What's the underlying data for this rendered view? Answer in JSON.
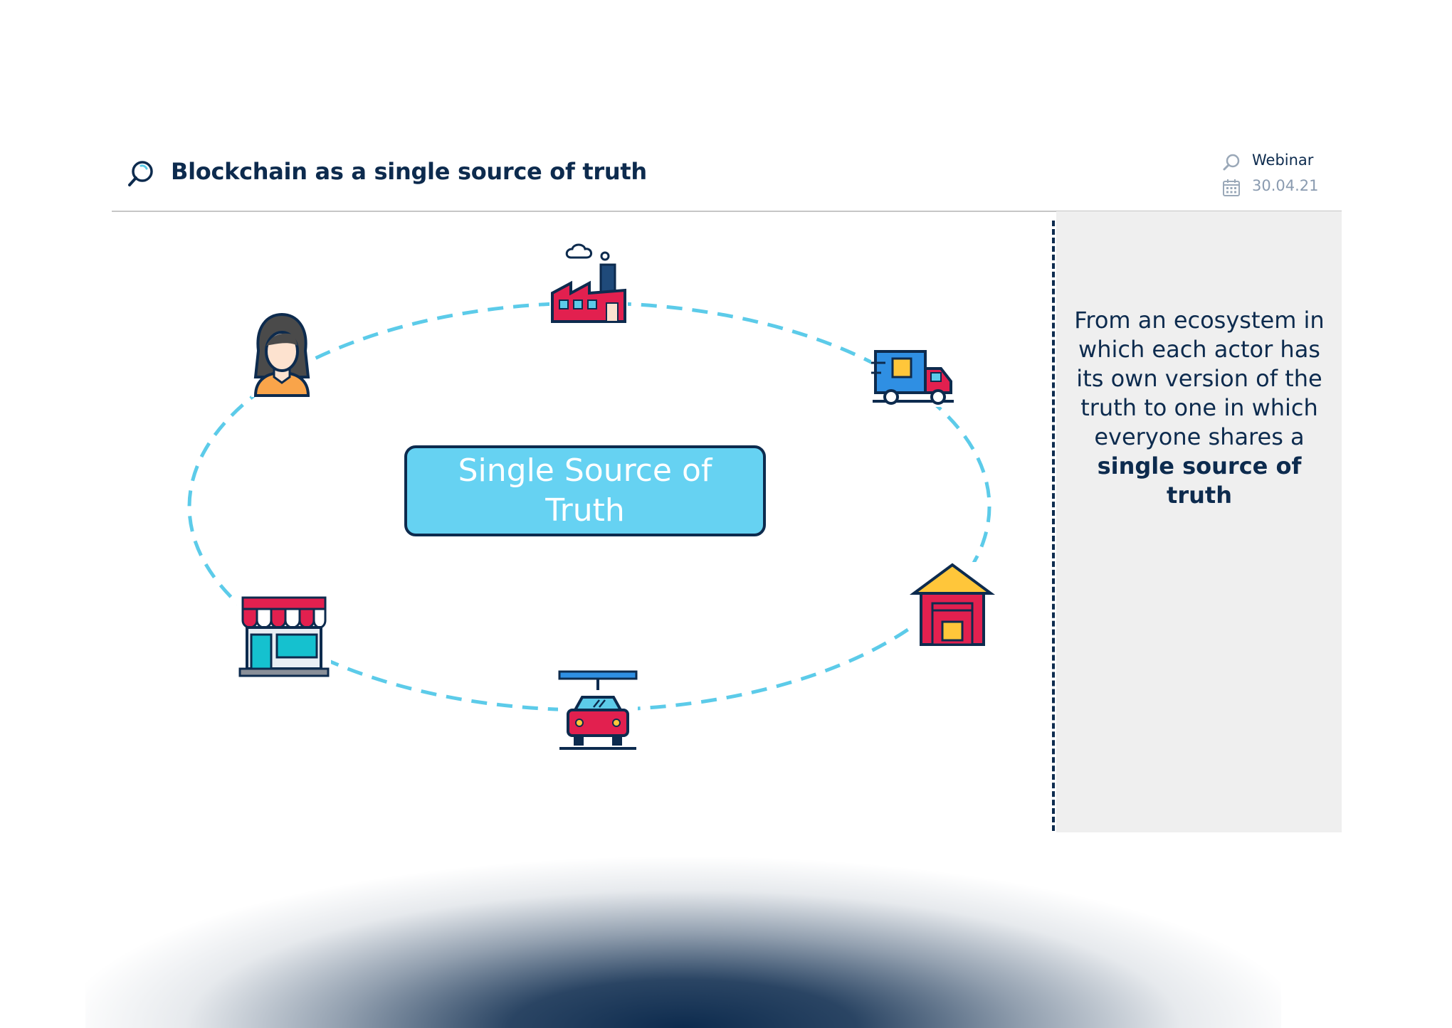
{
  "header": {
    "title": "Blockchain as a single source of truth",
    "event_label": "Webinar",
    "date": "30.04.21"
  },
  "diagram": {
    "center_label": "Single Source of Truth",
    "actors": [
      {
        "name": "consumer",
        "icon": "woman-icon"
      },
      {
        "name": "manufacturer",
        "icon": "factory-icon"
      },
      {
        "name": "logistics",
        "icon": "delivery-truck-icon"
      },
      {
        "name": "warehouse",
        "icon": "warehouse-icon"
      },
      {
        "name": "production",
        "icon": "assembly-car-icon"
      },
      {
        "name": "retailer",
        "icon": "store-icon"
      }
    ]
  },
  "side_panel": {
    "text": "From an ecosystem in which each actor has its own version of the truth to one in which everyone shares a",
    "emphasis": "single source of truth"
  },
  "colors": {
    "navy": "#0d2b4e",
    "cyan": "#66d2f2",
    "ring": "#5ccbe9",
    "red": "#e2204f",
    "blue": "#2f8fe3",
    "yellow": "#ffc63a",
    "orange": "#f9a44a",
    "teal": "#15c1cf"
  }
}
